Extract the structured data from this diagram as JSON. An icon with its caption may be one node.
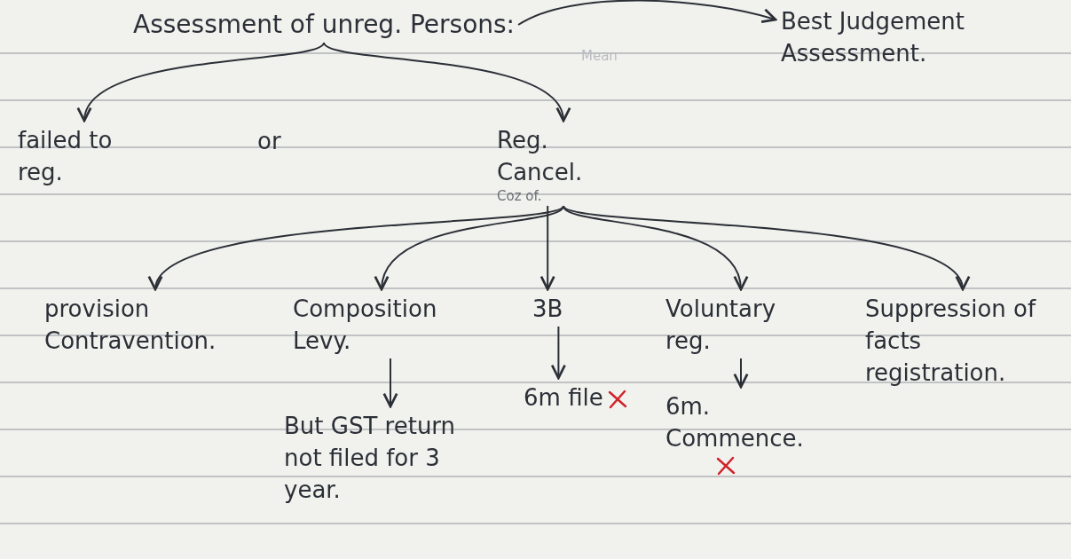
{
  "diagram": {
    "nodes": [
      {
        "text": [
          "Assessment of unreg. Persons:"
        ]
      },
      {
        "text": [
          "Best Judgement Assessment."
        ]
      },
      {
        "text": [
          "failed to reg."
        ]
      },
      {
        "text": [
          "Reg. Cancel."
        ],
        "beside": [
          "Coz of."
        ]
      },
      {
        "text": [
          "provision Contravention."
        ]
      },
      {
        "text": [
          "Composition Levy."
        ]
      },
      {
        "text": [
          "But GST return not filed for 3 year."
        ]
      },
      {
        "text": [
          "3B"
        ]
      },
      {
        "text": [
          "6m file"
        ]
      },
      {
        "text": [
          "Voluntary reg."
        ]
      },
      {
        "text": [
          "6m. Commence."
        ]
      },
      {
        "text": [
          "Suppression of facts registration."
        ]
      }
    ],
    "edges": [
      {
        "from": 0,
        "to": 1,
        "arrow": "to"
      },
      {
        "from": 0,
        "to": 2,
        "arrow": "to"
      },
      {
        "from": 0,
        "to": 3,
        "arrow": "to"
      },
      {
        "from": 3,
        "to": 4,
        "arrow": "to"
      },
      {
        "from": 3,
        "to": 5,
        "arrow": "to"
      },
      {
        "from": 3,
        "to": 7,
        "arrow": "to"
      },
      {
        "from": 3,
        "to": 9,
        "arrow": "to"
      },
      {
        "from": 3,
        "to": 11,
        "arrow": "to"
      },
      {
        "from": 5,
        "to": 6,
        "arrow": "to"
      },
      {
        "from": 7,
        "to": 8,
        "arrow": "to"
      },
      {
        "from": 9,
        "to": 10,
        "arrow": "to"
      }
    ],
    "labels": [
      "Mean",
      "or"
    ]
  }
}
